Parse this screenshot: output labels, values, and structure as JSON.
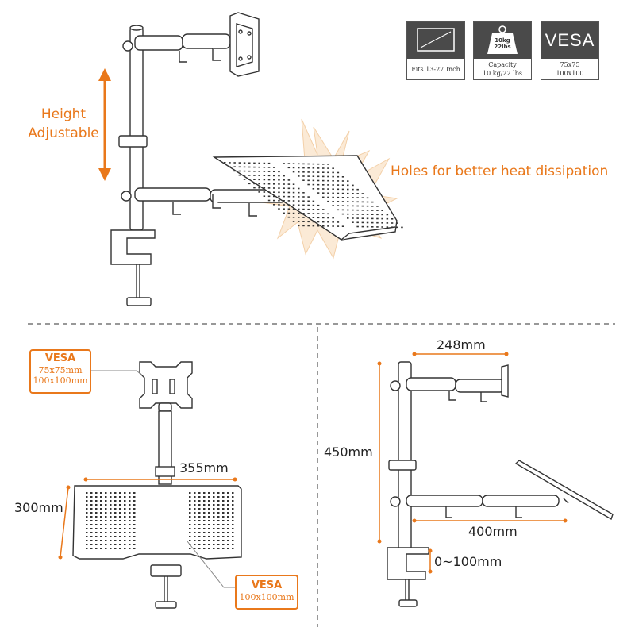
{
  "badges": [
    {
      "caption": "Fits 13-27 Inch"
    },
    {
      "icon_weight_top": "10kg",
      "icon_weight_bottom": "22lbs",
      "caption_line1": "Capacity",
      "caption_line2": "10 kg/22 lbs"
    },
    {
      "title": "VESA",
      "caption_line1": "75x75",
      "caption_line2": "100x100"
    }
  ],
  "labels": {
    "height_line1": "Height",
    "height_line2": "Adjustable",
    "holes": "Holes for better heat dissipation"
  },
  "callouts": {
    "monitor_vesa": {
      "title": "VESA",
      "line1": "75x75mm",
      "line2": "100x100mm"
    },
    "tray_vesa": {
      "title": "VESA",
      "line1": "100x100mm"
    }
  },
  "dimensions": {
    "tray_width": "355mm",
    "tray_depth": "300mm",
    "arm_upper": "248mm",
    "pole_height": "450mm",
    "arm_lower": "400mm",
    "clamp_range": "0~100mm"
  },
  "colors": {
    "accent": "#e9781b",
    "line": "#333333",
    "badge_dark": "#4a4a4a"
  }
}
